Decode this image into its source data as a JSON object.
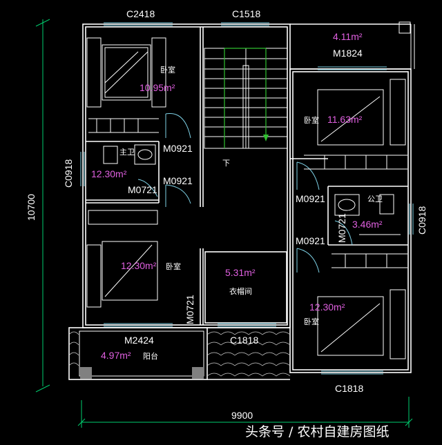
{
  "dimensions": {
    "width_total": "9900",
    "height_total": "10700"
  },
  "windows": {
    "top_left": "C2418",
    "top_mid": "C1518",
    "left_mid": "C0918",
    "right_mid": "C0918",
    "bottom_mid": "C1818",
    "bottom_right": "C1818"
  },
  "doors": {
    "top_right": "M1824",
    "bed1": "M0921",
    "bath_left": "M0921",
    "bath_left_inner": "M0721",
    "bed_right_top": "M0921",
    "bath_right": "M0921",
    "bath_right_inner": "M0721",
    "closet": "M0721",
    "balcony": "M2424"
  },
  "rooms": {
    "bed_tl": {
      "name": "卧室",
      "area": "10.95m²"
    },
    "bath_l": {
      "name": "主卫",
      "area": "12.30m²"
    },
    "bed_ml": {
      "name": "卧室",
      "area": "12.30m²"
    },
    "balcony": {
      "name": "阳台",
      "area": "4.97m²"
    },
    "terrace": {
      "area": "4.11m²"
    },
    "bed_tr": {
      "name": "卧室",
      "area": "11.63m²"
    },
    "bath_r": {
      "name": "公卫",
      "area": "3.46m²"
    },
    "closet": {
      "name": "衣帽间",
      "area": "5.31m²"
    },
    "bed_br": {
      "name": "卧室",
      "area": "12.30m²"
    }
  },
  "stair_label": "下",
  "watermark": "头条号 / 农村自建房图纸",
  "colors": {
    "wall": "#ffffff",
    "window": "#7fd3e8",
    "dimension": "#00d070",
    "area_text": "#e060e0"
  }
}
